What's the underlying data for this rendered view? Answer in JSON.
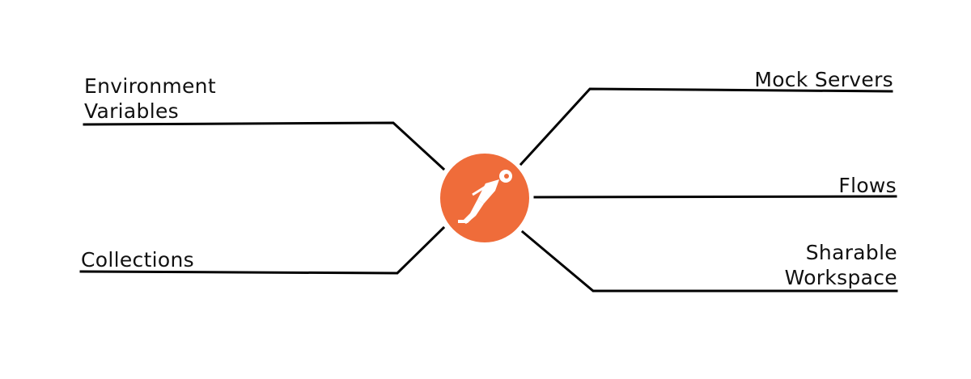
{
  "nodes": {
    "environment_variables": {
      "line1": "Environment",
      "line2": "Variables"
    },
    "collections": {
      "label": "Collections"
    },
    "mock_servers": {
      "label": "Mock Servers"
    },
    "flows": {
      "label": "Flows"
    },
    "sharable_workspace": {
      "line1": "Sharable",
      "line2": "Workspace"
    }
  },
  "center_icon": {
    "name": "postman-logo-icon",
    "color": "#ef6c3a"
  },
  "colors": {
    "line": "#000000",
    "text": "#111111",
    "background": "#ffffff"
  }
}
